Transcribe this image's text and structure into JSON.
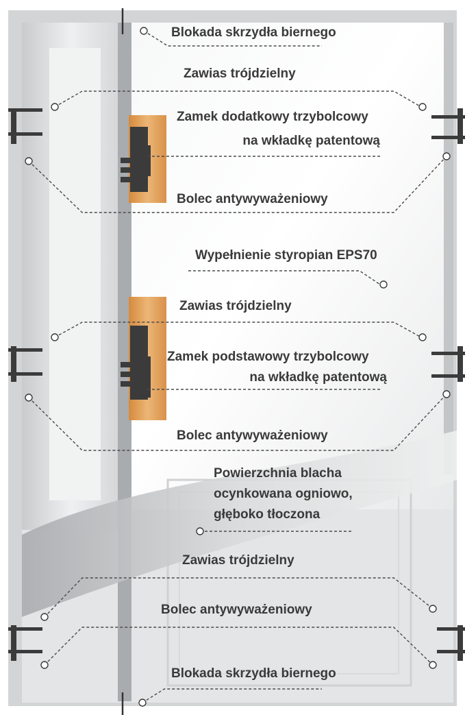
{
  "labels": {
    "blokada_top": "Blokada skrzydła biernego",
    "zawias_1": "Zawias trójdzielny",
    "zamek_dodatkowy_l1": "Zamek dodatkowy trzybolcowy",
    "zamek_dodatkowy_l2": "na wkładkę patentową",
    "bolec_1": "Bolec antywyważeniowy",
    "wypelnienie": "Wypełnienie styropian EPS70",
    "zawias_2": "Zawias trójdzielny",
    "zamek_podstawowy_l1": "Zamek podstawowy trzybolcowy",
    "zamek_podstawowy_l2": "na wkładkę patentową",
    "bolec_2": "Bolec antywyważeniowy",
    "powierzchnia_l1": "Powierzchnia blacha",
    "powierzchnia_l2": "ocynkowana ogniowo,",
    "powierzchnia_l3": "głęboko tłoczona",
    "zawias_3": "Zawias trójdzielny",
    "bolec_3": "Bolec antywyważeniowy",
    "blokada_bottom": "Blokada skrzydła biernego"
  },
  "colors": {
    "frame": "#b9bcbe",
    "door_face": "#e6e7e8",
    "wood": "#e2a25a",
    "lock_body": "#3b3b3b",
    "text": "#3a3a3a"
  }
}
